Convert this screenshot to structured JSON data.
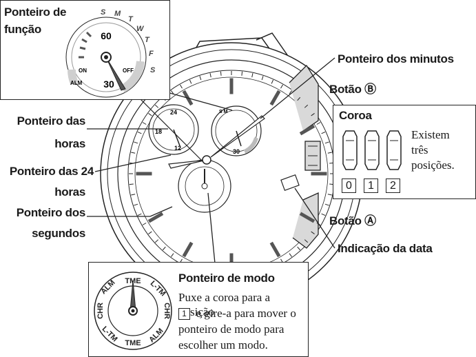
{
  "function_hand_box": {
    "title_line1": "Ponteiro de",
    "title_line2": "função",
    "dial": {
      "top": "60",
      "bottom": "30",
      "on": "ON",
      "off": "OFF",
      "alm": "ALM",
      "days": [
        "S",
        "M",
        "T",
        "W",
        "T",
        "F",
        "S"
      ]
    }
  },
  "labels": {
    "minute_hand": "Ponteiro dos minutos",
    "button_b": "Botão Ⓑ",
    "hour_hand_line1": "Ponteiro das",
    "hour_hand_line2": "horas",
    "hand24_line1": "Ponteiro das 24",
    "hand24_line2": "horas",
    "second_hand_line1": "Ponteiro dos",
    "second_hand_line2": "segundos",
    "button_a": "Botão Ⓐ",
    "date_indication": "Indicação da data"
  },
  "crown_box": {
    "title": "Coroa",
    "text_line1": "Existem",
    "text_line2": "três",
    "text_line3": "posições.",
    "positions": [
      "0",
      "1",
      "2"
    ]
  },
  "mode_box": {
    "title": "Ponteiro de modo",
    "line1": "Puxe a coroa para a posição",
    "line2_num": "1",
    "line2_text": "e gire-a para mover o",
    "line3": "ponteiro de modo para",
    "line4": "escolher um modo.",
    "dial": {
      "tme": "TME",
      "ltm": "L-TM",
      "chr": "CHR",
      "alm": "ALM"
    }
  },
  "watch": {
    "subdial_left": [
      "24",
      "18",
      "12"
    ],
    "subdial_right": [
      "30"
    ]
  }
}
